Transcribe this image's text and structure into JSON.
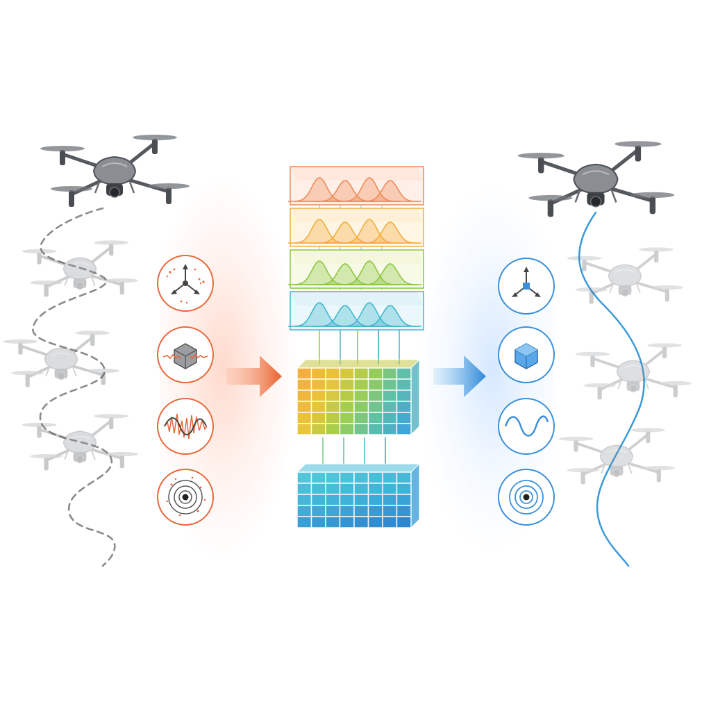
{
  "colors": {
    "noisy_accent": "#e8683a",
    "clean_accent": "#3b8fd8",
    "drone_body": "#5a5e63",
    "path_dash": "#8a8a8a",
    "band_orange": "#f08a55",
    "band_amber": "#f3ad3c",
    "band_green": "#8cc63f",
    "band_teal": "#3fb6cf"
  },
  "left_panel": {
    "trajectory": "noisy-dashed-path",
    "icons": [
      "noisy-axes-icon",
      "noisy-cube-icon",
      "noisy-waveform-icon",
      "noisy-target-icon"
    ]
  },
  "center_panel": {
    "bands": [
      "orange-band",
      "amber-band",
      "green-band",
      "teal-band"
    ],
    "grids": [
      "spectral-grid",
      "feature-grid"
    ]
  },
  "right_panel": {
    "trajectory": "smooth-blue-path",
    "icons": [
      "axes-icon",
      "cube-icon",
      "sine-wave-icon",
      "target-icon"
    ]
  }
}
